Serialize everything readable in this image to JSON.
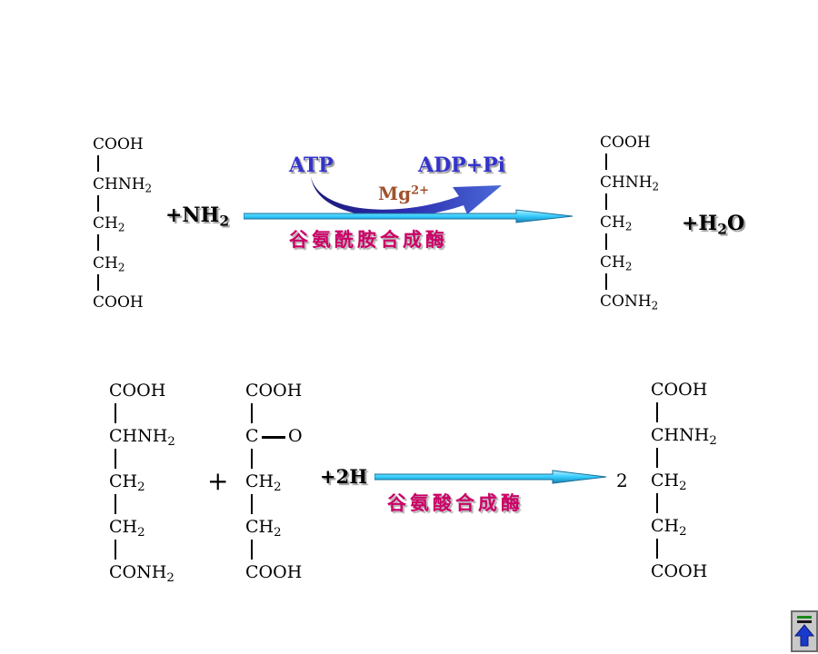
{
  "reaction1": {
    "reactant": [
      "COOH",
      "CHNH",
      "CH",
      "CH",
      "COOH"
    ],
    "reactant_subs": [
      "",
      "2",
      "2",
      "2",
      ""
    ],
    "plus_reagent": "+NH",
    "plus_reagent_sub": "2",
    "atp": "ATP",
    "products_energy": "ADP+Pi",
    "cofactor": "Mg",
    "cofactor_sup": "2+",
    "enzyme": "谷氨酰胺合成酶",
    "product": [
      "COOH",
      "CHNH",
      "CH",
      "CH",
      "CONH"
    ],
    "product_subs": [
      "",
      "2",
      "2",
      "2",
      "2"
    ],
    "byproduct_a": "+H",
    "byproduct_sub": "2",
    "byproduct_b": "O"
  },
  "reaction2": {
    "reactant_a": [
      "COOH",
      "CHNH",
      "CH",
      "CH",
      "CONH"
    ],
    "reactant_a_subs": [
      "",
      "2",
      "2",
      "2",
      "2"
    ],
    "plus_sign": "+",
    "reactant_b": [
      "COOH",
      "C",
      "O",
      "CH",
      "CH",
      "COOH"
    ],
    "reactant_b_subs": [
      "",
      "",
      "",
      "2",
      "2",
      ""
    ],
    "reagent": "+2H",
    "enzyme": "谷氨酸合成酶",
    "coefficient": "2",
    "product": [
      "COOH",
      "CHNH",
      "CH",
      "CH",
      "COOH"
    ],
    "product_subs": [
      "",
      "2",
      "2",
      "2",
      ""
    ]
  },
  "colors": {
    "atp_blue": "#3333cc",
    "mg_brown": "#a0522d",
    "enzyme_pink": "#cc0066",
    "arrow_cyan": "#33ccff",
    "curve_blue": "#2a2aa0"
  },
  "icons": {
    "nav": "back-arrow-icon"
  }
}
